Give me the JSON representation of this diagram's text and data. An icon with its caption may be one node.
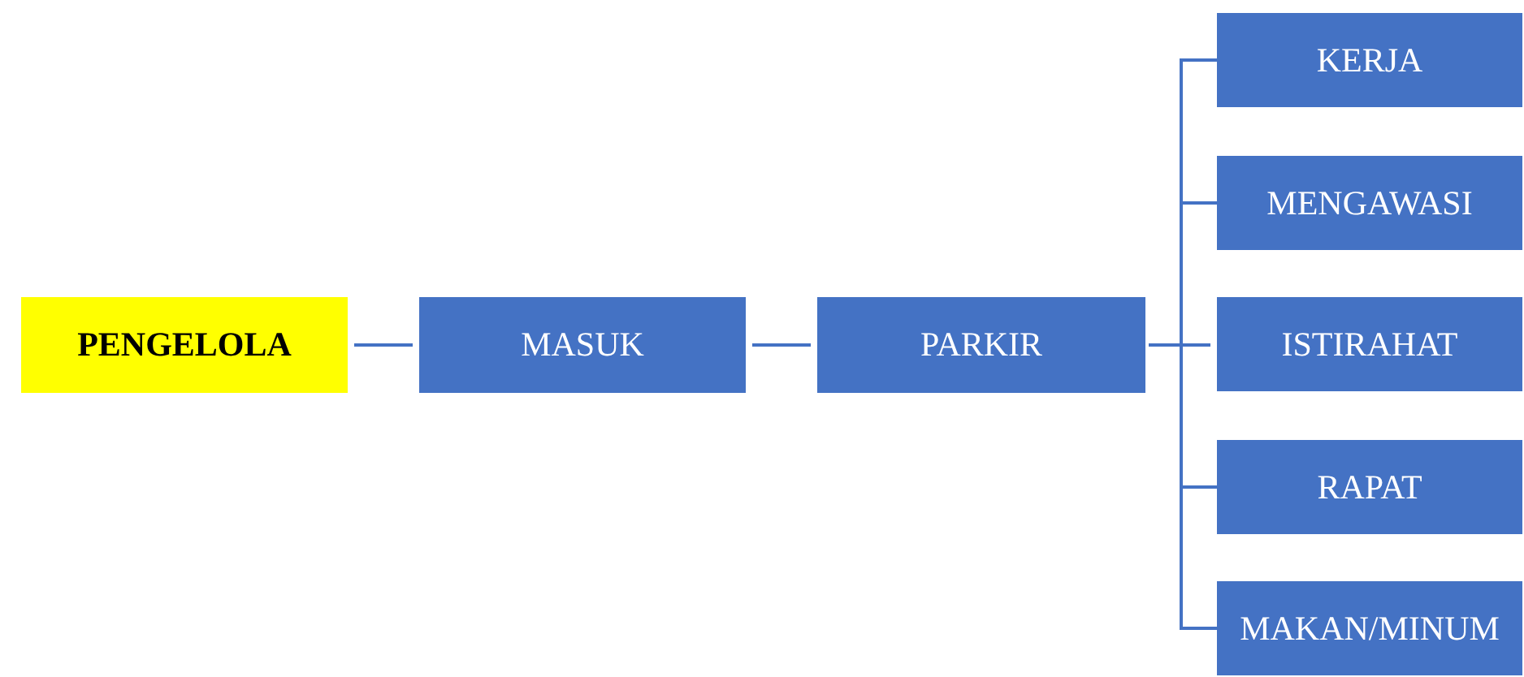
{
  "diagram": {
    "nodes": [
      {
        "text": [
          "PENGELOLA"
        ]
      },
      {
        "text": [
          "MASUK"
        ]
      },
      {
        "text": [
          "PARKIR"
        ]
      },
      {
        "text": [
          "KERJA"
        ]
      },
      {
        "text": [
          "MENGAWASI"
        ]
      },
      {
        "text": [
          "ISTIRAHAT"
        ]
      },
      {
        "text": [
          "RAPAT"
        ]
      },
      {
        "text": [
          "MAKAN/MINUM"
        ]
      }
    ],
    "edges": [
      {
        "from": 0,
        "to": 1,
        "arrow": "none"
      },
      {
        "from": 1,
        "to": 2,
        "arrow": "none"
      },
      {
        "from": 2,
        "to": 3,
        "arrow": "none"
      },
      {
        "from": 2,
        "to": 4,
        "arrow": "none"
      },
      {
        "from": 2,
        "to": 5,
        "arrow": "none"
      },
      {
        "from": 2,
        "to": 6,
        "arrow": "none"
      },
      {
        "from": 2,
        "to": 7,
        "arrow": "none"
      }
    ]
  }
}
